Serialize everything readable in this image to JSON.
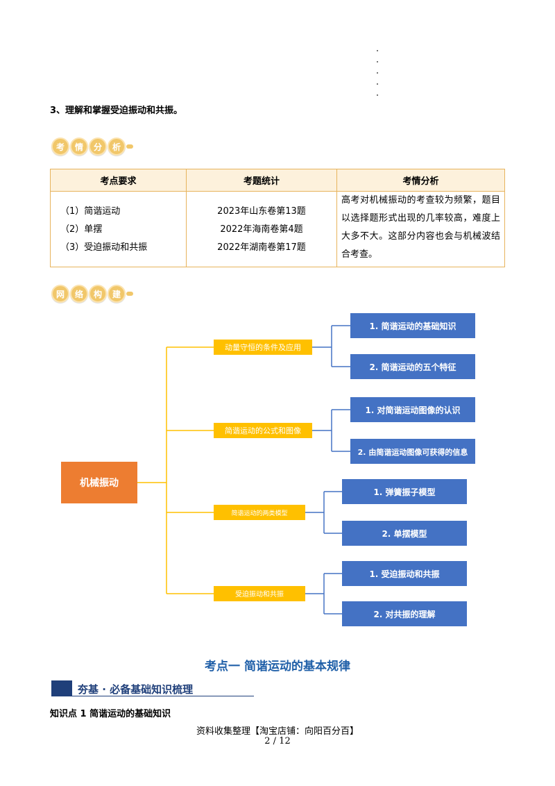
{
  "intro_line": "3、理解和掌握受迫振动和共振。",
  "badge1": [
    "考",
    "情",
    "分",
    "析"
  ],
  "badge2": [
    "网",
    "络",
    "构",
    "建"
  ],
  "table": {
    "headers": [
      "考点要求",
      "考题统计",
      "考情分析"
    ],
    "requirements": [
      "（1）简谐运动",
      "（2）单摆",
      "（3）受迫振动和共振"
    ],
    "statistics": [
      "2023年山东卷第13题",
      "2022年海南卷第4题",
      "2022年湖南卷第17题"
    ],
    "analysis": "高考对机械振动的考查较为频繁，题目以选择题形式出现的几率较高，难度上大多不大。这部分内容也会与机械波结合考查。"
  },
  "mindmap": {
    "root": "机械振动",
    "branches": [
      {
        "label": "动量守恒的条件及应用",
        "children": [
          "1. 简谐运动的基础知识",
          "2. 简谐运动的五个特征"
        ]
      },
      {
        "label": "简谐运动的公式和图像",
        "children": [
          "1. 对简谐运动图像的认识",
          "2. 由简谐运动图像可获得的信息"
        ]
      },
      {
        "label": "简谐运动的两类模型",
        "children": [
          "1. 弹簧振子模型",
          "2. 单摆模型"
        ]
      },
      {
        "label": "受迫振动和共振",
        "children": [
          "1. 受迫振动和共振",
          "2. 对共振的理解"
        ]
      }
    ],
    "colors": {
      "root": "#ed7d31",
      "branch": "#ffc000",
      "leaf": "#4472c4",
      "connector_root": "#ffc000",
      "connector_leaf": "#4472c4"
    }
  },
  "section_title": "考点一   简谐运动的基本规律",
  "banner_label": "夯基 · 必备基础知识梳理",
  "knowledge_point": "知识点 1  简谐运动的基础知识",
  "footer": "资料收集整理【淘宝店铺：向阳百分百】",
  "page_number": "2  /  12"
}
